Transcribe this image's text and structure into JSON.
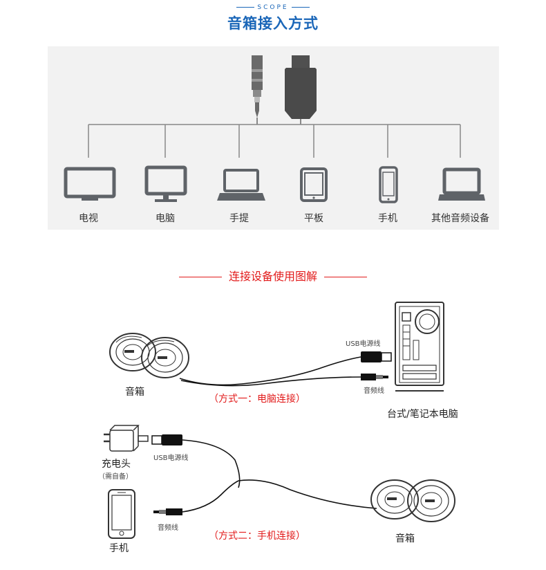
{
  "header": {
    "scope_text": "SCOPE",
    "title": "音箱接入方式"
  },
  "devices": [
    {
      "label": "电视",
      "icon": "tv-icon"
    },
    {
      "label": "电脑",
      "icon": "monitor-icon"
    },
    {
      "label": "手提",
      "icon": "laptop-icon"
    },
    {
      "label": "平板",
      "icon": "tablet-icon"
    },
    {
      "label": "手机",
      "icon": "phone-icon"
    },
    {
      "label": "其他音频设备",
      "icon": "other-laptop-icon"
    }
  ],
  "connectors": [
    {
      "icon": "audio-jack-icon"
    },
    {
      "icon": "usb-plug-icon"
    }
  ],
  "section2": {
    "title": "连接设备使用图解"
  },
  "method1": {
    "speaker_label": "音箱",
    "usb_label": "USB电源线",
    "audio_label": "音频线",
    "computer_label": "台式/笔记本电脑",
    "caption": "（方式一：电脑连接）"
  },
  "method2": {
    "charger_label": "充电头",
    "charger_note": "（需自备）",
    "usb_label": "USB电源线",
    "audio_label": "音频线",
    "phone_label": "手机",
    "speaker_label": "音箱",
    "caption": "（方式二：手机连接）"
  },
  "colors": {
    "title_blue": "#1a66b8",
    "accent_red": "#e21b1b",
    "icon_gray": "#5f6368",
    "panel_bg": "#f2f2f2"
  }
}
